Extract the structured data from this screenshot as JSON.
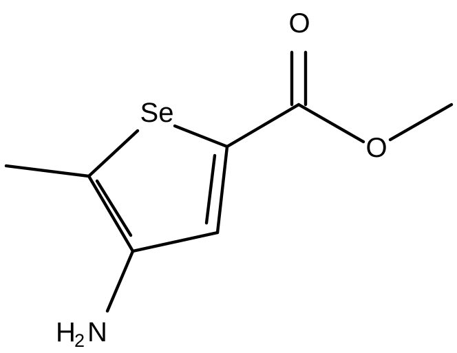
{
  "atoms": {
    "selenium": "Se",
    "carbonyl_oxygen": "O",
    "ester_oxygen": "O",
    "amine_hydrogen": "H",
    "amine_hydrogen_count": "2",
    "amine_nitrogen": "N"
  },
  "colors": {
    "bond": "#000000",
    "label": "#000000",
    "background": "#ffffff"
  }
}
